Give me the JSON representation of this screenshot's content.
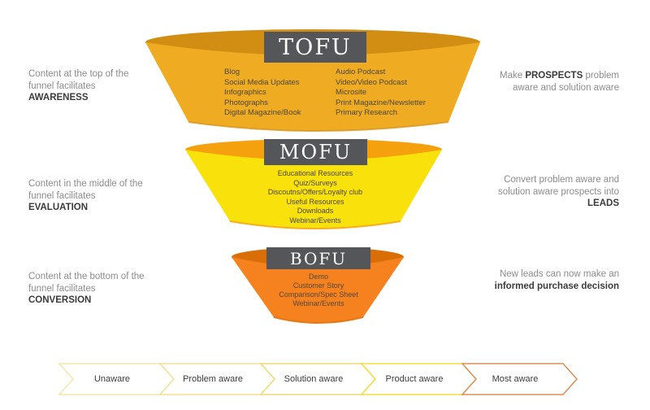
{
  "funnel": {
    "tiers": [
      {
        "id": "tofu",
        "label": "TOFU",
        "body_color": "#EFAC23",
        "rim_color": "#D28E12",
        "items_left": [
          "Blog",
          "Social Media Updates",
          "Infographics",
          "Photographs",
          "Digital Magazine/Book"
        ],
        "items_right": [
          "Audio Podcast",
          "Video/Video Podcast",
          "Microsite",
          "Print Magazine/Newsletter",
          "Primary Research"
        ]
      },
      {
        "id": "mofu",
        "label": "MOFU",
        "body_color": "#F9E10C",
        "rim_color": "#F5A00D",
        "items": [
          "Educational Resources",
          "Quiz/Surveys",
          "Discoutns/Offers/Loyalty club",
          "Useful Resources",
          "Downloads",
          "Webinar/Events"
        ]
      },
      {
        "id": "bofu",
        "label": "BOFU",
        "body_color": "#F5821F",
        "rim_color": "#DA6E06",
        "items": [
          "Demo",
          "Customer Story",
          "Comparison/Spec Sheet",
          "Webinar/Events"
        ]
      }
    ],
    "label_box_color": "#55565A"
  },
  "captions": {
    "left": [
      {
        "pre": "Content at the top of the funnel facilitates ",
        "bold": "AWARENESS",
        "post": ""
      },
      {
        "pre": "Content in the middle of the funnel facilitates ",
        "bold": "EVALUATION",
        "post": ""
      },
      {
        "pre": "Content at the bottom of the funnel facilitates ",
        "bold": "CONVERSION",
        "post": ""
      }
    ],
    "right": [
      {
        "pre": "Make ",
        "bold": "PROSPECTS",
        "post": " problem aware and solution aware"
      },
      {
        "pre": "Convert problem aware and solution aware prospects into ",
        "bold": "LEADS",
        "post": ""
      },
      {
        "pre": "New leads can now make an ",
        "bold": "informed purchase decision",
        "post": ""
      }
    ]
  },
  "stages": [
    {
      "label": "Unaware",
      "border_color": "#F2E7AC"
    },
    {
      "label": "Problem aware",
      "border_color": "#F0E194"
    },
    {
      "label": "Solution aware",
      "border_color": "#EBDC76"
    },
    {
      "label": "Product aware",
      "border_color": "#F3DD3B"
    },
    {
      "label": "Most aware",
      "border_color": "#DC8E57"
    }
  ]
}
